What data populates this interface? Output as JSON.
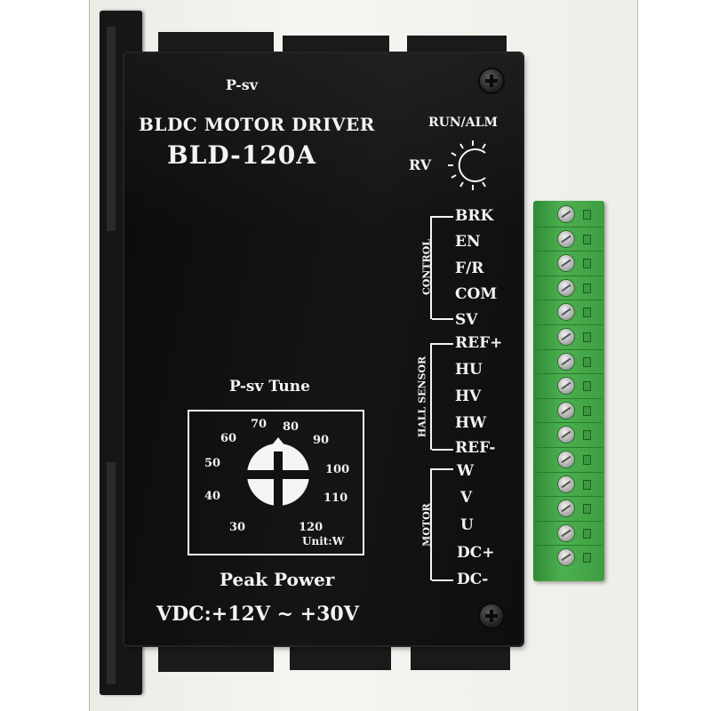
{
  "device": {
    "model_tag": "P-sv",
    "title": "BLDC MOTOR DRIVER",
    "model": "BLD-120A",
    "status_label": "RUN/ALM",
    "rv_label": "RV"
  },
  "control_group": {
    "label": "CONTROL",
    "pins": [
      "BRK",
      "EN",
      "F/R",
      "COM",
      "SV"
    ]
  },
  "hall_group": {
    "label": "HALL SENSOR",
    "pins": [
      "REF+",
      "HU",
      "HV",
      "HW",
      "REF-"
    ]
  },
  "motor_group": {
    "label": "MOTOR",
    "pins": [
      "W",
      "V",
      "U",
      "DC+",
      "DC-"
    ]
  },
  "tune": {
    "label": "P-sv  Tune",
    "scale": [
      "30",
      "40",
      "50",
      "60",
      "70",
      "80",
      "90",
      "100",
      "110",
      "120"
    ],
    "unit": "Unit:W"
  },
  "footer": {
    "peak_power": "Peak Power",
    "voltage": "VDC:+12V ~ +30V"
  },
  "colors": {
    "case": "#111112",
    "print": "#f4f4f4",
    "terminal_block": "#45a648",
    "terminal_screw": "#c8c8c8"
  }
}
